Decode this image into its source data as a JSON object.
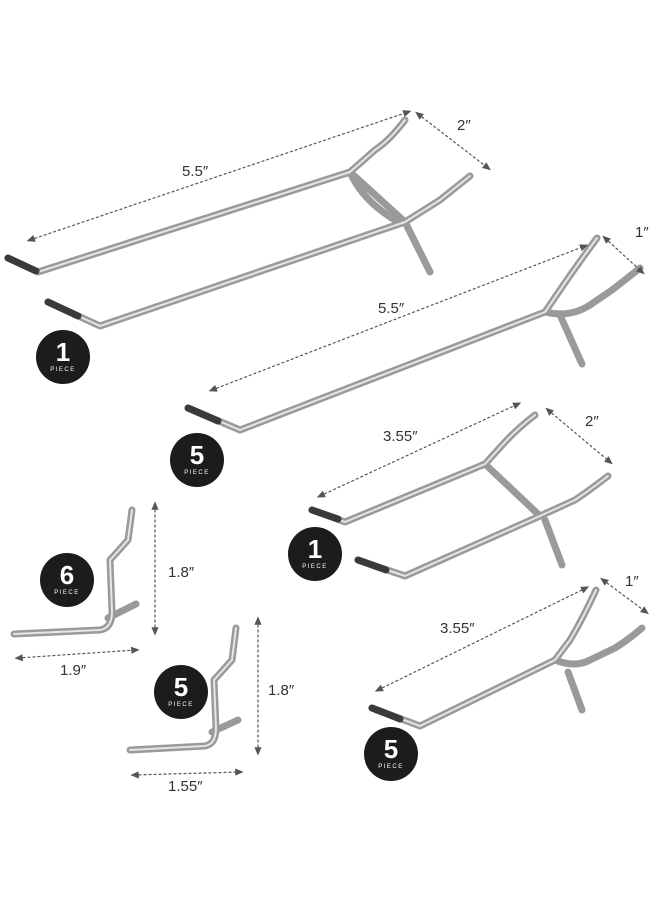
{
  "items": [
    {
      "length_label": "5.5″",
      "width_label": "2″",
      "badge": {
        "count": "1",
        "unit": "PIECE"
      }
    },
    {
      "length_label": "5.5″",
      "width_label": "1″",
      "badge": {
        "count": "5",
        "unit": "PIECE"
      }
    },
    {
      "length_label": "3.55″",
      "width_label": "2″",
      "badge": {
        "count": "1",
        "unit": "PIECE"
      }
    },
    {
      "length_label": "3.55″",
      "width_label": "1″",
      "badge": {
        "count": "5",
        "unit": "PIECE"
      }
    },
    {
      "height_label": "1.8″",
      "length_label": "1.9″",
      "badge": {
        "count": "6",
        "unit": "PIECE"
      }
    },
    {
      "height_label": "1.8″",
      "length_label": "1.55″",
      "badge": {
        "count": "5",
        "unit": "PIECE"
      }
    }
  ],
  "colors": {
    "metal": "#9a9a9a",
    "metal_light": "#e6e6e6",
    "tip": "#3a3a3a",
    "badge": "#1c1c1c",
    "dimension_line": "#555555"
  }
}
